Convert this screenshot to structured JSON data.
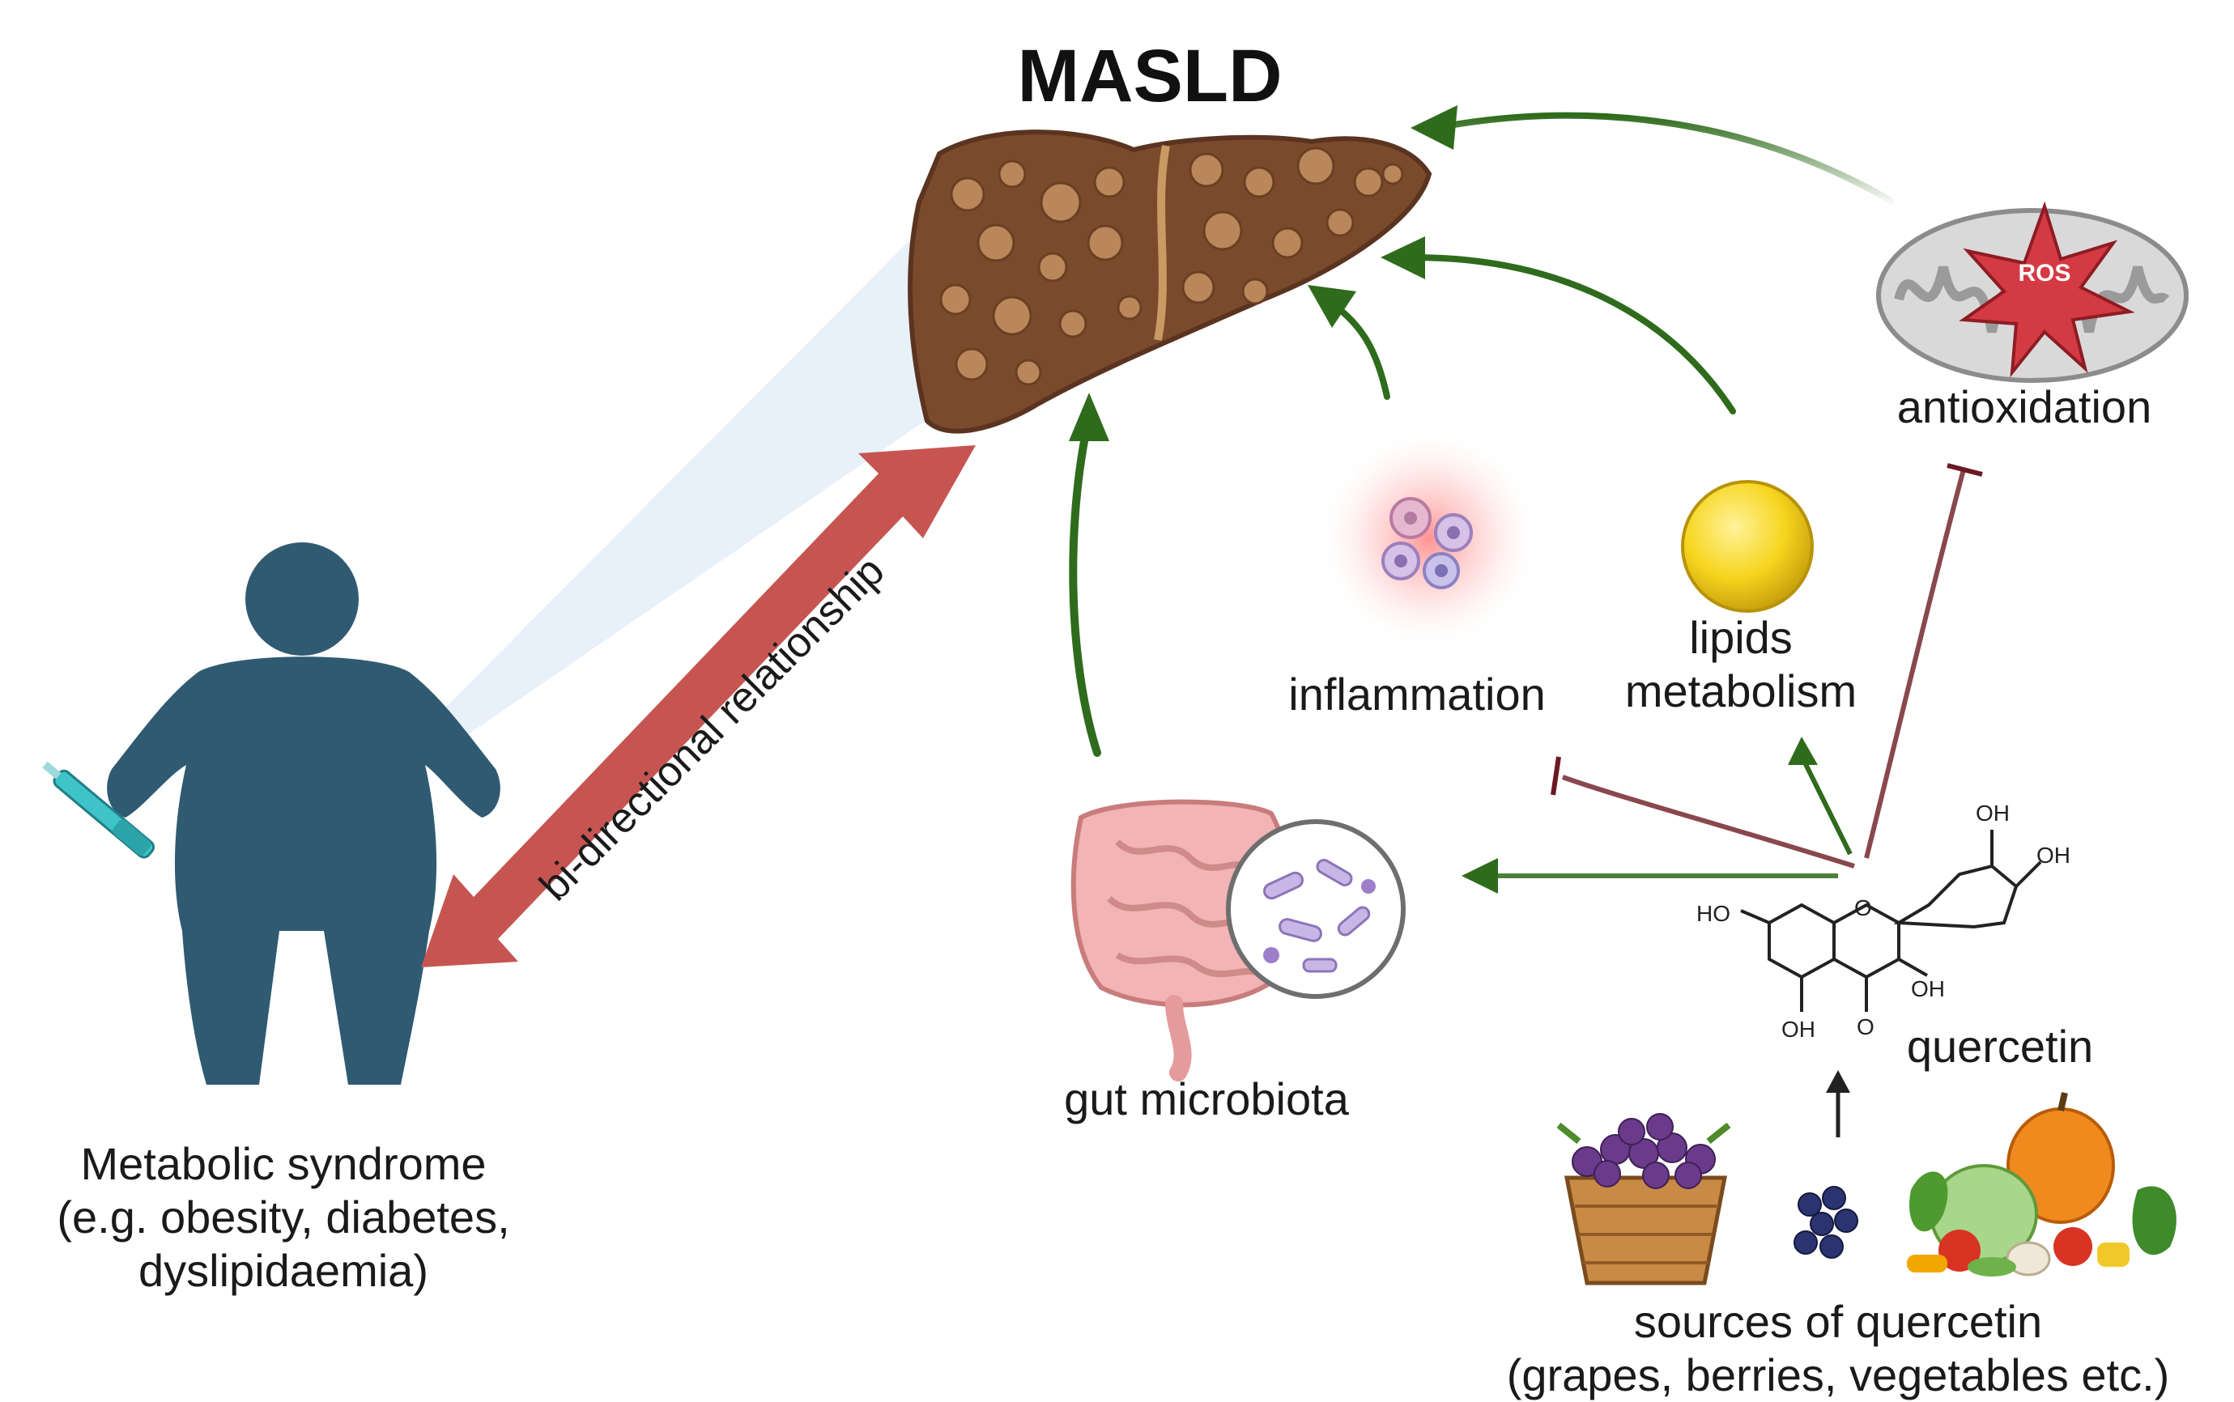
{
  "title": "MASLD",
  "labels": {
    "metabolic_line1": "Metabolic syndrome",
    "metabolic_line2": "(e.g. obesity, diabetes,",
    "metabolic_line3": "dyslipidaemia)",
    "relationship": "bi-directional relationship",
    "antioxidation": "antioxidation",
    "ros": "ROS",
    "inflammation": "inflammation",
    "lipids_line1": "lipids",
    "lipids_line2": "metabolism",
    "gut": "gut microbiota",
    "quercetin": "quercetin",
    "sources_line1": "sources of quercetin",
    "sources_line2": "(grapes, berries, vegetables etc.)"
  },
  "chemistry": {
    "oh_top": "OH",
    "oh_right": "OH",
    "ho_left": "HO",
    "oh_mid": "OH",
    "oh_bottom": "OH",
    "ring_o": "O",
    "carbonyl_o": "O"
  },
  "colors": {
    "promote_arrow": "#2f6b1c",
    "inhibit_arrow": "#6b1a22",
    "bidirectional_arrow": "#c65552",
    "person": "#2f5a72",
    "liver": "#7b4a2c"
  },
  "icons": [
    "liver-icon",
    "person-icon",
    "insulin-pen-icon",
    "mitochondria-icon",
    "inflammation-cells-icon",
    "lipid-droplet-icon",
    "intestine-icon",
    "bacteria-magnifier-icon",
    "quercetin-structure-icon",
    "grape-basket-icon",
    "berries-icon",
    "vegetables-icon"
  ]
}
